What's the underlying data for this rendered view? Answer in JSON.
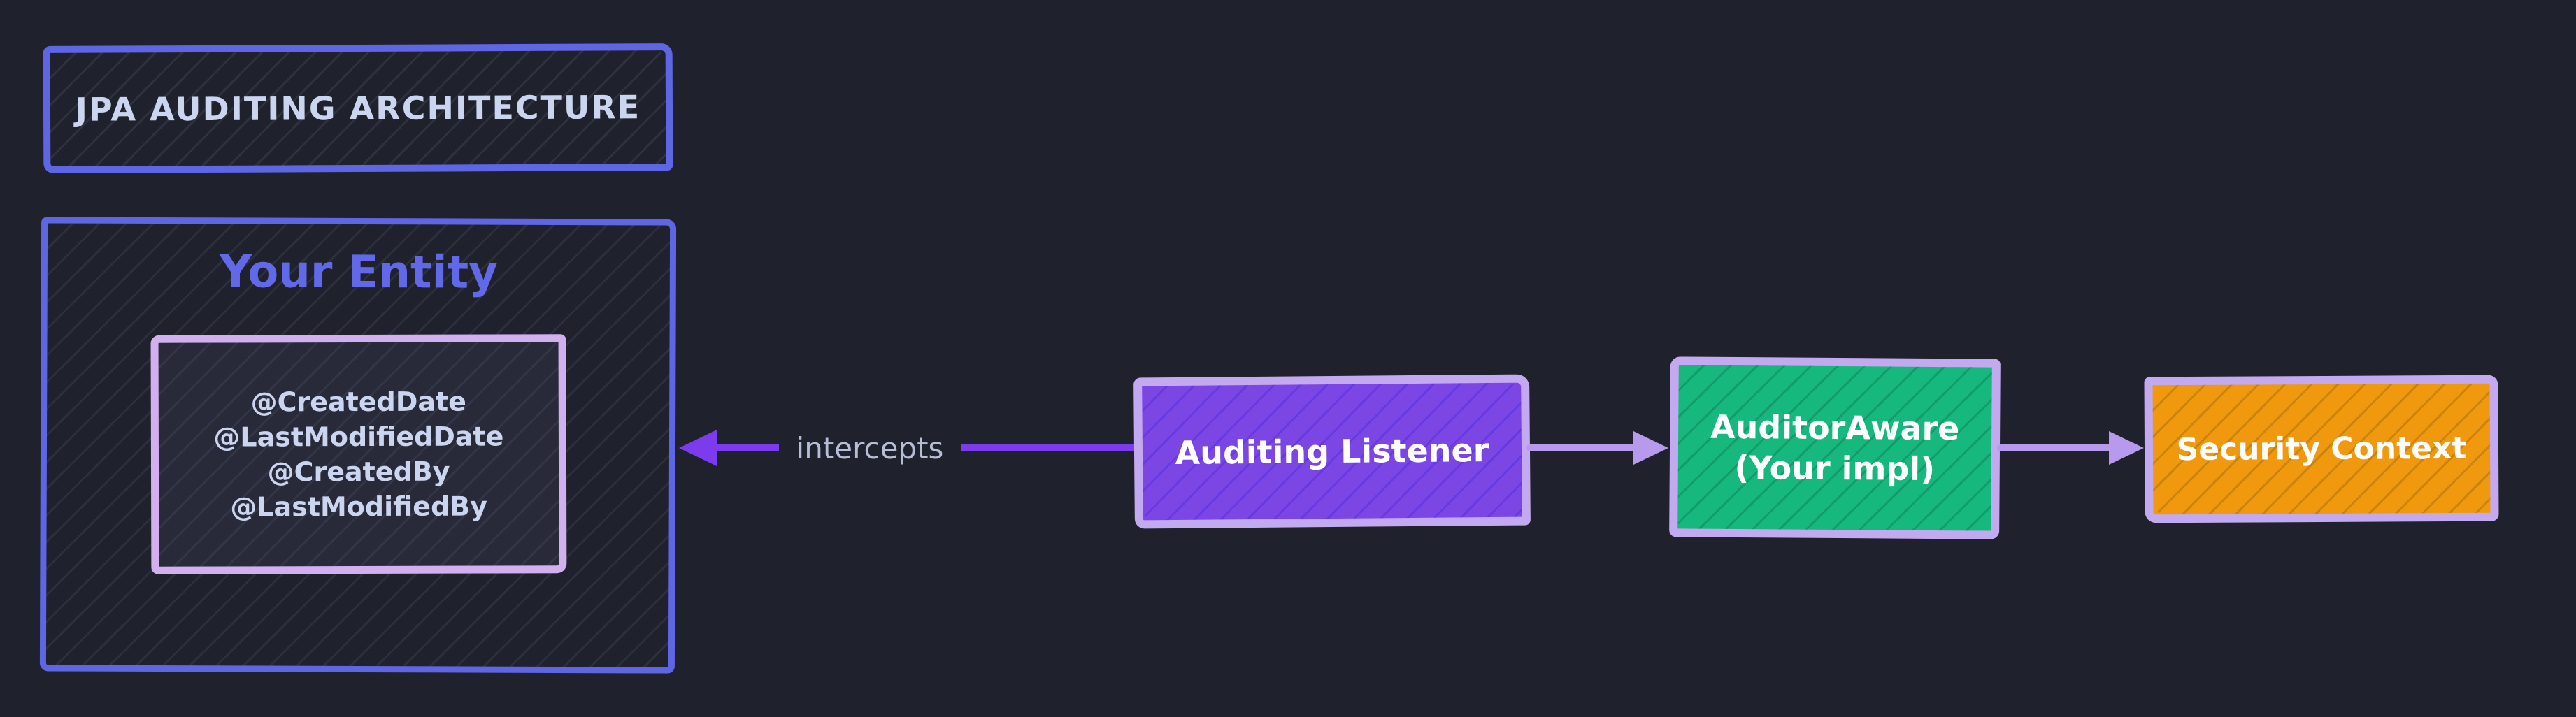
{
  "page": {
    "background": "#1f212c"
  },
  "header": {
    "title": "JPA AUDITING ARCHITECTURE",
    "border_color": "#5f66e3",
    "text_color": "#ccd5f0"
  },
  "entity_box": {
    "title": "Your Entity",
    "title_color": "#6169e8",
    "border_color": "#5f66e3",
    "annotations": {
      "border_color": "#d2b0f0",
      "fill": "#282a3a",
      "text_color": "#ccd5f0",
      "lines": [
        "@CreatedDate",
        "@LastModifiedDate",
        "@CreatedBy",
        "@LastModifiedBy"
      ]
    }
  },
  "flow": {
    "intercepts_arrow": {
      "label": "intercepts",
      "color": "#7c3bed",
      "label_color": "#b6bdd6",
      "label_background": "#1f212c"
    },
    "connector_color": "#b79aec",
    "nodes": [
      {
        "id": "auditing-listener",
        "lines": [
          "Auditing Listener"
        ],
        "fill": "#7b46e4",
        "border_color": "#c3a9ef",
        "text_color": "#ffffff"
      },
      {
        "id": "auditor-aware",
        "lines": [
          "AuditorAware",
          "(Your impl)"
        ],
        "fill": "#17b87e",
        "border_color": "#c3a9ef",
        "text_color": "#ffffff"
      },
      {
        "id": "security-context",
        "lines": [
          "Security Context"
        ],
        "fill": "#f0990f",
        "border_color": "#c3a9ef",
        "text_color": "#ffffff"
      }
    ]
  }
}
